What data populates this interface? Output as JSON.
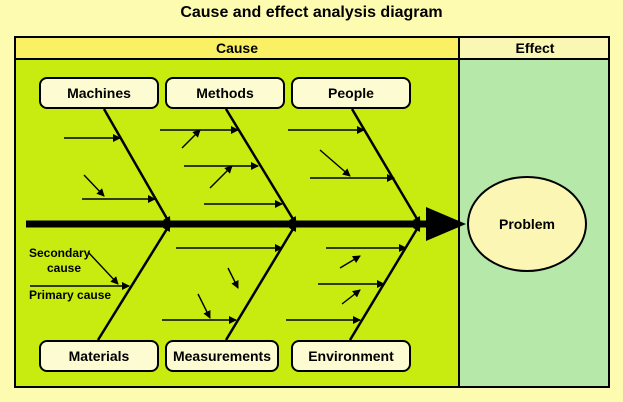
{
  "title": "Cause and effect analysis diagram",
  "headers": {
    "cause": "Cause",
    "effect": "Effect"
  },
  "categories": {
    "top": [
      "Machines",
      "Methods",
      "People"
    ],
    "bottom": [
      "Materials",
      "Measurements",
      "Environment"
    ]
  },
  "effect": "Problem",
  "labels": {
    "secondary_cause_line1": "Secondary",
    "secondary_cause_line2": "cause",
    "primary_cause": "Primary cause"
  },
  "colors": {
    "background": "#fdfbb0",
    "cause_header": "#faf064",
    "effect_header": "#faf6b4",
    "cause_area": "#c8ec10",
    "effect_area": "#b6e8aa",
    "box_fill": "#fdfbd2"
  }
}
